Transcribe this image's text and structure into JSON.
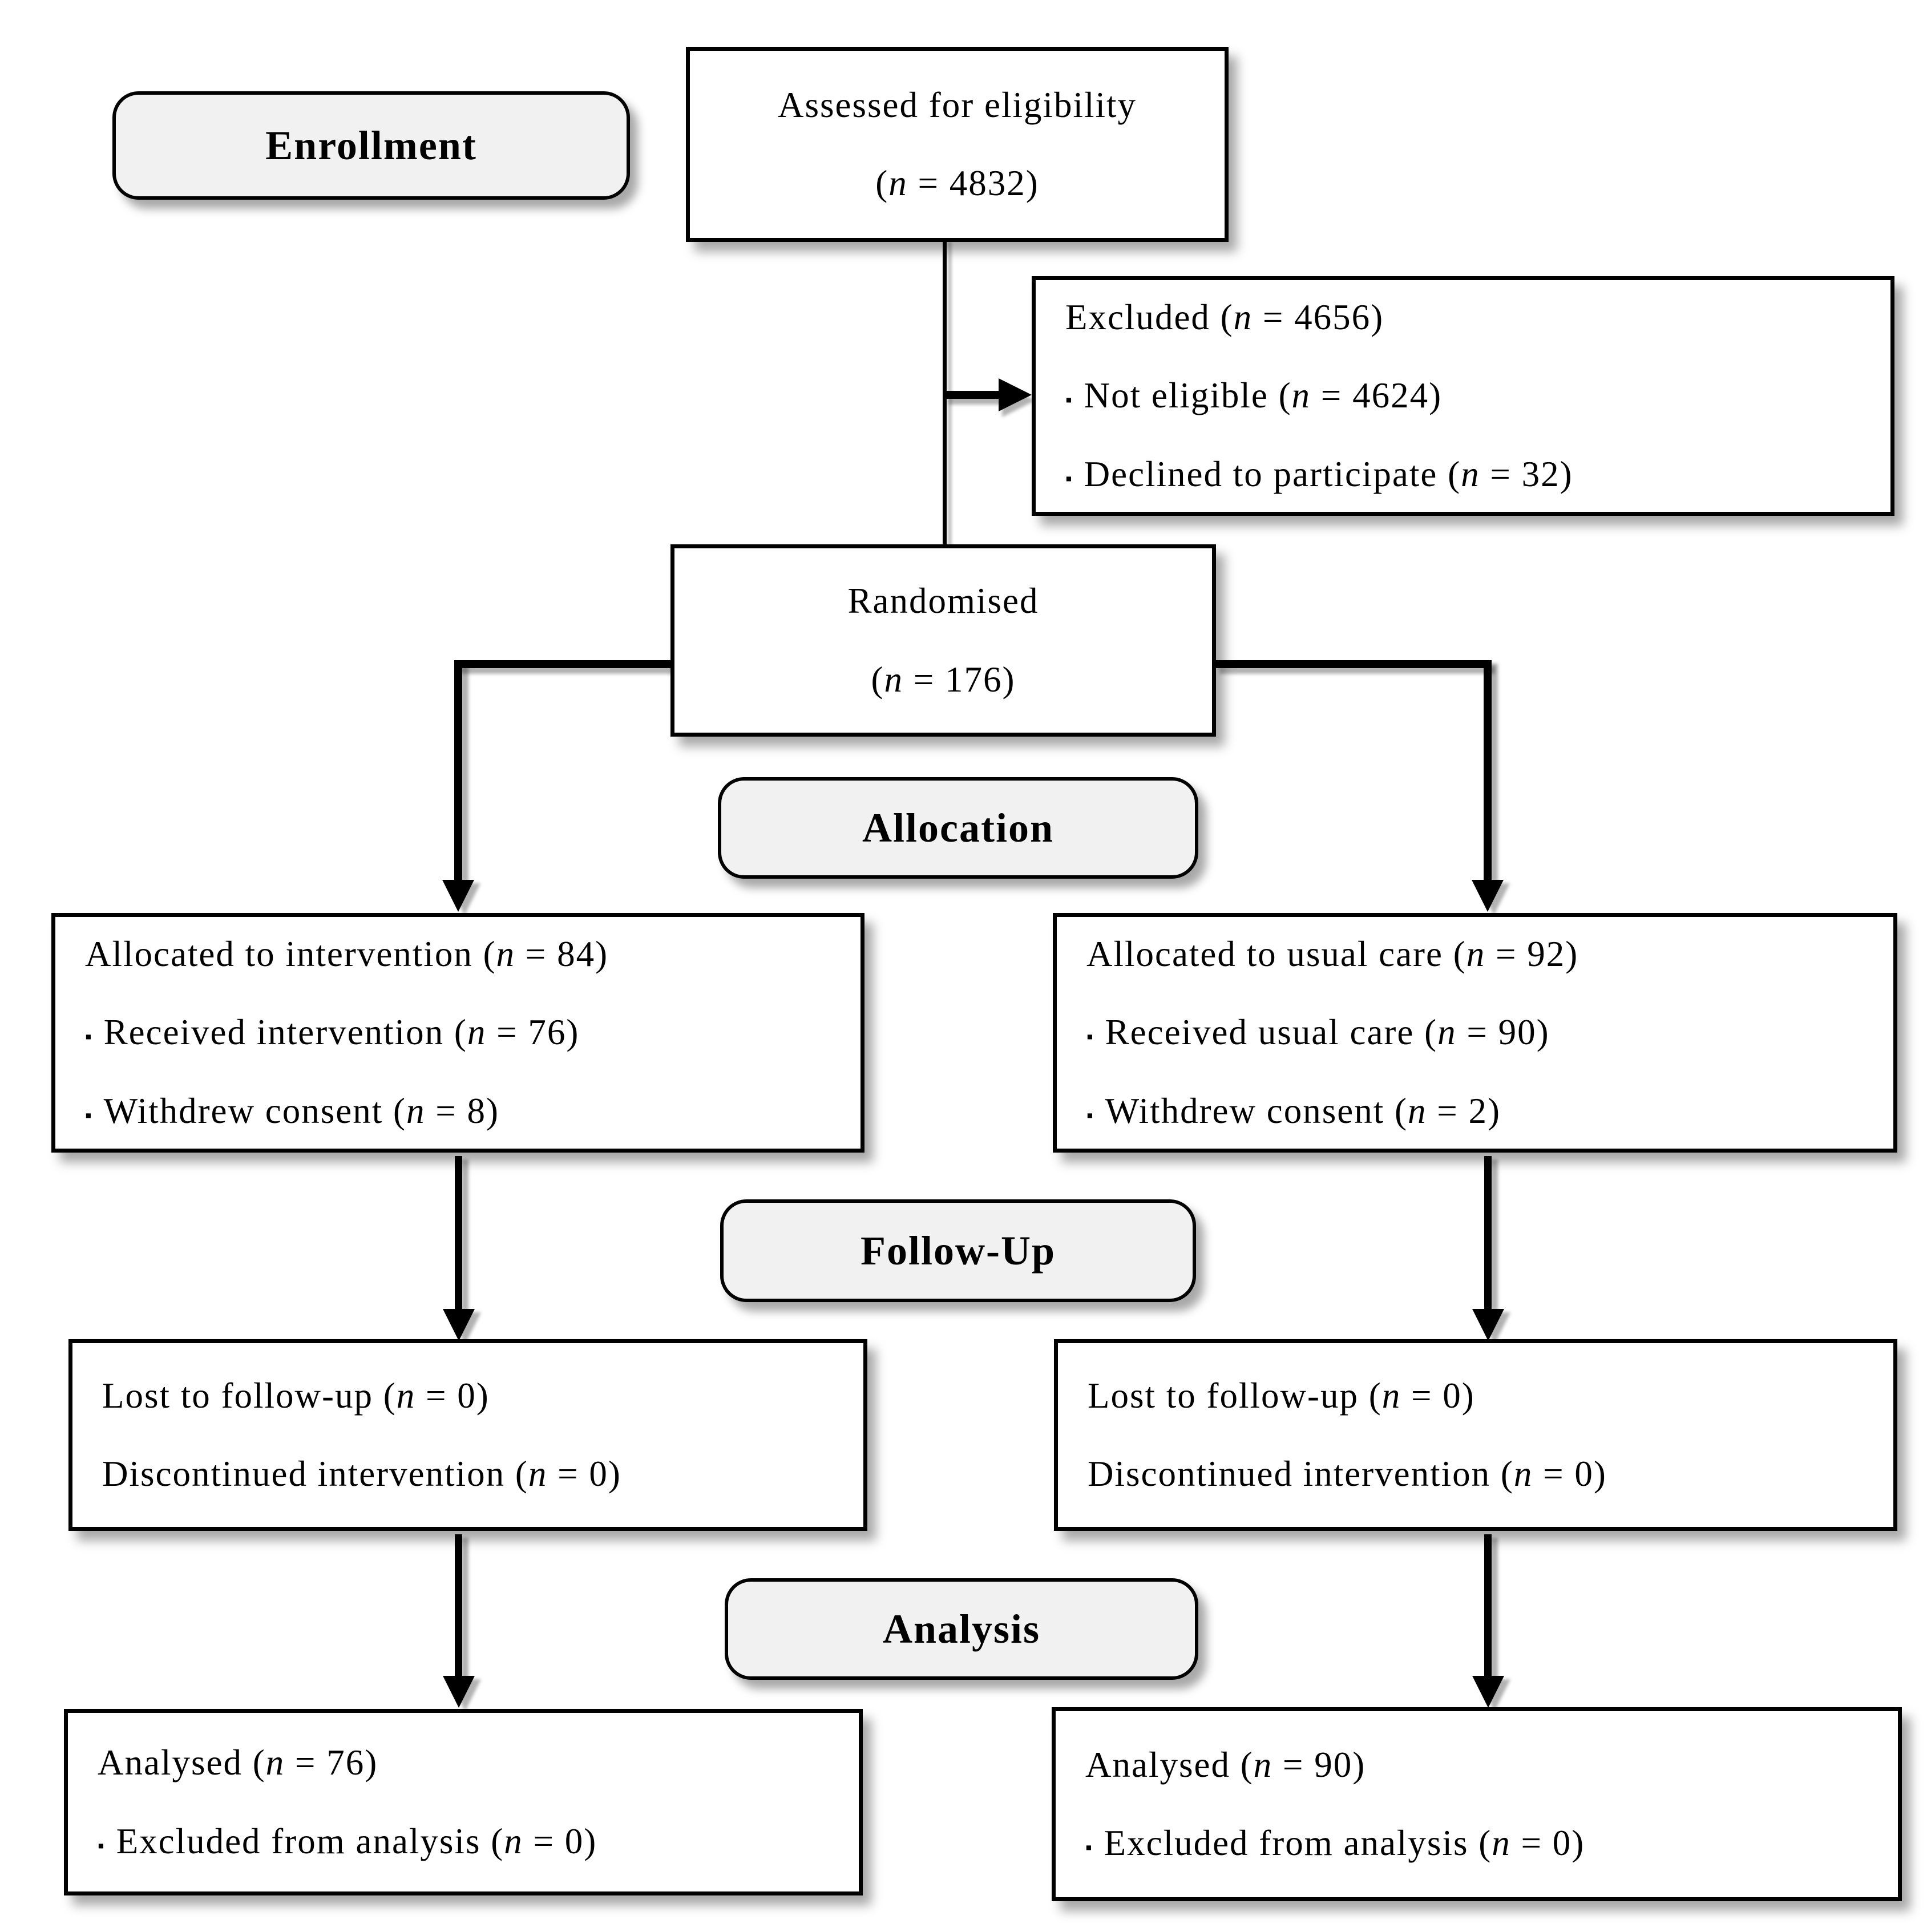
{
  "diagram": {
    "type": "consort-flow",
    "bullet_char": "▪",
    "colors": {
      "background": "#ffffff",
      "box_fill": "#ffffff",
      "stage_label_fill": "#f1f1f1",
      "border": "#000000",
      "text": "#000000",
      "shadow": "#bdbdbd"
    },
    "labels": {
      "enrollment": "Enrollment",
      "allocation": "Allocation",
      "followup": "Follow-Up",
      "analysis": "Analysis"
    },
    "boxes": {
      "assessed": {
        "lines": [
          {
            "text": "Assessed for eligibility"
          },
          {
            "text": "(n = 4832)"
          }
        ]
      },
      "excluded": {
        "lines": [
          {
            "text": "Excluded (n = 4656)"
          },
          {
            "bullet": true,
            "text": "Not eligible (n = 4624)"
          },
          {
            "bullet": true,
            "text": "Declined to participate (n = 32)"
          }
        ]
      },
      "randomised": {
        "lines": [
          {
            "text": "Randomised"
          },
          {
            "text": "(n = 176)"
          }
        ]
      },
      "allocated_left": {
        "lines": [
          {
            "text": "Allocated to intervention (n = 84)"
          },
          {
            "bullet": true,
            "text": "Received intervention (n = 76)"
          },
          {
            "bullet": true,
            "text": "Withdrew consent (n = 8)"
          }
        ]
      },
      "allocated_right": {
        "lines": [
          {
            "text": "Allocated to usual care (n = 92)"
          },
          {
            "bullet": true,
            "text": "Received usual care (n = 90)"
          },
          {
            "bullet": true,
            "text": "Withdrew consent (n = 2)"
          }
        ]
      },
      "followup_left": {
        "lines": [
          {
            "text": "Lost to follow-up (n = 0)"
          },
          {
            "text": "Discontinued intervention (n = 0)"
          }
        ]
      },
      "followup_right": {
        "lines": [
          {
            "text": "Lost to follow-up (n = 0)"
          },
          {
            "text": "Discontinued intervention (n = 0)"
          }
        ]
      },
      "analysed_left": {
        "lines": [
          {
            "text": "Analysed (n = 76)"
          },
          {
            "bullet": true,
            "text": "Excluded from analysis (n = 0)"
          }
        ]
      },
      "analysed_right": {
        "lines": [
          {
            "text": "Analysed (n = 90)"
          },
          {
            "bullet": true,
            "text": "Excluded from analysis (n = 0)"
          }
        ]
      }
    }
  }
}
